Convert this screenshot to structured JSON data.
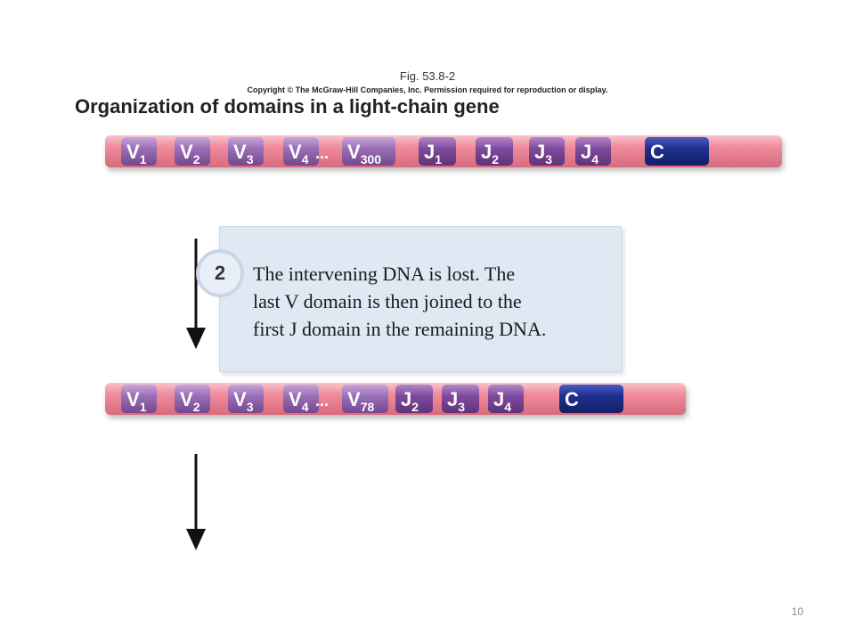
{
  "figure": {
    "label": "Fig. 53.8-2",
    "copyright": "Copyright © The McGraw-Hill Companies, Inc. Permission required for reproduction or display.",
    "title": "Organization of domains in a light-chain gene"
  },
  "gene_before": {
    "segments": [
      {
        "type": "V",
        "sub": "1"
      },
      {
        "type": "V",
        "sub": "2"
      },
      {
        "type": "V",
        "sub": "3"
      },
      {
        "type": "V",
        "sub": "4"
      },
      {
        "type": "V",
        "sub": "300",
        "preceded_by": "..."
      },
      {
        "type": "J",
        "sub": "1"
      },
      {
        "type": "J",
        "sub": "2"
      },
      {
        "type": "J",
        "sub": "3"
      },
      {
        "type": "J",
        "sub": "4"
      },
      {
        "type": "C",
        "sub": ""
      }
    ]
  },
  "step": {
    "number": "2",
    "text_lines": [
      "The intervening DNA is lost. The",
      "last V domain is then joined to the",
      "first J domain in the remaining DNA."
    ]
  },
  "gene_after": {
    "segments": [
      {
        "type": "V",
        "sub": "1"
      },
      {
        "type": "V",
        "sub": "2"
      },
      {
        "type": "V",
        "sub": "3"
      },
      {
        "type": "V",
        "sub": "4"
      },
      {
        "type": "V",
        "sub": "78",
        "preceded_by": "..."
      },
      {
        "type": "J",
        "sub": "2"
      },
      {
        "type": "J",
        "sub": "3"
      },
      {
        "type": "J",
        "sub": "4"
      },
      {
        "type": "C",
        "sub": ""
      }
    ]
  },
  "colors": {
    "dna_pink": "#f08c9c",
    "dna_pink_light": "#f7b7c1",
    "dna_pink_dark": "#d86a7c",
    "v_segment": "#9b6fb5",
    "v_segment_dark": "#7e5298",
    "j_segment": "#7f4a9e",
    "c_segment": "#1e2f8f",
    "arrow": "#111111"
  },
  "page": {
    "number": "10"
  }
}
